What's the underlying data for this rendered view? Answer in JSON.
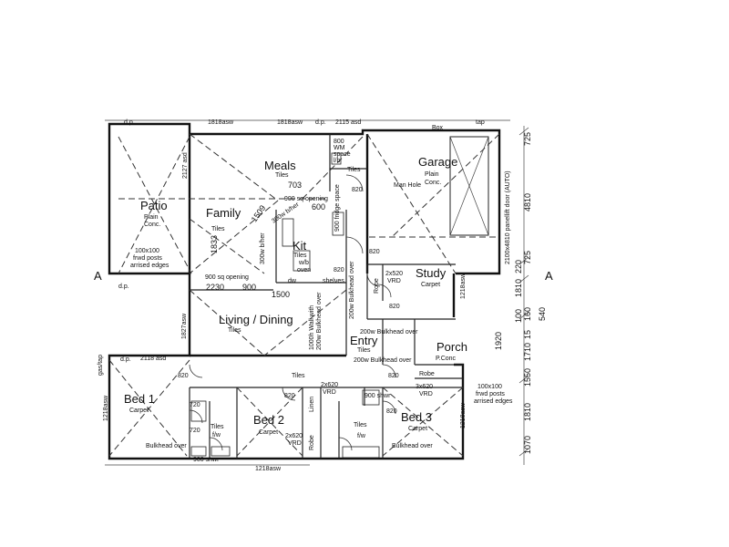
{
  "rooms": {
    "meals": {
      "name": "Meals",
      "floor": "Tiles"
    },
    "garage": {
      "name": "Garage",
      "floor": "Plain",
      "floor2": "Conc."
    },
    "patio": {
      "name": "Patio",
      "floor": "Plain",
      "floor2": "Conc."
    },
    "family": {
      "name": "Family",
      "floor": "Tiles"
    },
    "kit": {
      "name": "Kit",
      "floor": "Tiles"
    },
    "study": {
      "name": "Study",
      "floor": "Carpet"
    },
    "living": {
      "name": "Living / Dining",
      "floor": "Tiles"
    },
    "entry": {
      "name": "Entry",
      "floor": "Tiles"
    },
    "porch": {
      "name": "Porch",
      "floor": "P.Conc"
    },
    "bed1": {
      "name": "Bed 1",
      "floor": "Carpet"
    },
    "bed2": {
      "name": "Bed 2",
      "floor": "Carpet"
    },
    "bed3": {
      "name": "Bed 3",
      "floor": "Carpet"
    }
  },
  "notes": {
    "wm_space": "800",
    "wm_space2": "WM",
    "wm_space3": "space",
    "lb": "l/b",
    "man_hole": "Man Hole",
    "opening_900_meals": "900 sq opening",
    "opening_900_living": "900 sq opening",
    "fridge_space": "900 fridge space",
    "wb_oven": "w/b",
    "oven": "oven",
    "shelves": "shelves",
    "dw": "dw",
    "posts_patio": "100x100",
    "posts_patio2": "frwd posts",
    "posts_patio3": "arrised edges",
    "posts_porch": "100x100",
    "posts_porch2": "frwd posts",
    "posts_porch3": "arrised edges",
    "bulkhead_family": "300w b/her",
    "bulkhead_study_side": "200w Bulkhead over",
    "bulkhead_entry_top": "200w Bulkhead over",
    "bulkhead_entry_bottom": "200w Bulkhead over",
    "wall_living": "1000h Wall with",
    "wall_living2": "200w Bulkhead over",
    "bulkhead_bed1": "Bulkhead over",
    "bulkhead_bed3": "Bulkhead over",
    "robe": "Robe",
    "robe_study": "Robe",
    "robe_bed2": "Robe",
    "vrd_study": "2x520",
    "vrd_study2": "VRD",
    "vrd_bed2": "2x620",
    "vrd_bed2b": "VRD",
    "vrd_entry": "2x620",
    "vrd_entry2": "VRD",
    "vrd_bed3": "3x620",
    "vrd_bed3b": "VRD",
    "linen": "Linen",
    "tiles_ens": "Tiles",
    "fw_ens": "f/w",
    "tiles_bath": "Tiles",
    "fw_bath": "f/w",
    "tiles_garage_lb": "Tiles",
    "tiles_corridor": "Tiles",
    "garage_door": "2100x4810 panellift door (AUTO)",
    "hw_box": "Box",
    "tap": "tap",
    "dp_top_left": "d.p.",
    "dp_top_mid": "d.p.",
    "dp_left": "d.p.",
    "dp_left2": "d.p.",
    "gas_tap": "gas/tap",
    "shw_ens": "900 shwr",
    "shw_main": "900 shwr"
  },
  "dimensions": {
    "d1818a": "1818asw",
    "d1818b": "1818asw",
    "d2115": "2115 asd",
    "d2127": "2127 asd",
    "d703": "703",
    "d600": "600",
    "d1509": "1509",
    "d300": "300w b/her",
    "d1833": "1833",
    "d2230": "2230",
    "d900": "900",
    "d1500": "1500",
    "d820a": "820",
    "d820b": "820",
    "d820c": "820",
    "d820d": "820",
    "d820e": "820",
    "d820f": "820",
    "d820g": "820",
    "d820h": "820",
    "d720a": "720",
    "d720b": "720",
    "d2118": "2118 asd",
    "d1827": "1827asw",
    "d1218a": "1218asw",
    "d1218b": "1218asw",
    "d1218c": "1218asw",
    "d1218d": "1218asw",
    "right_725": "725",
    "right_4810": "4810",
    "right_220": "220",
    "right_1810": "1810",
    "right_725b": "725",
    "right_1920": "1920",
    "right_160": "160",
    "right_100a": "100",
    "right_540": "540",
    "right_15": "15",
    "right_1710": "1710",
    "right_1550": "1550",
    "right_1810b": "1810",
    "right_1070": "1070",
    "section_a_left": "A",
    "section_a_right": "A"
  }
}
